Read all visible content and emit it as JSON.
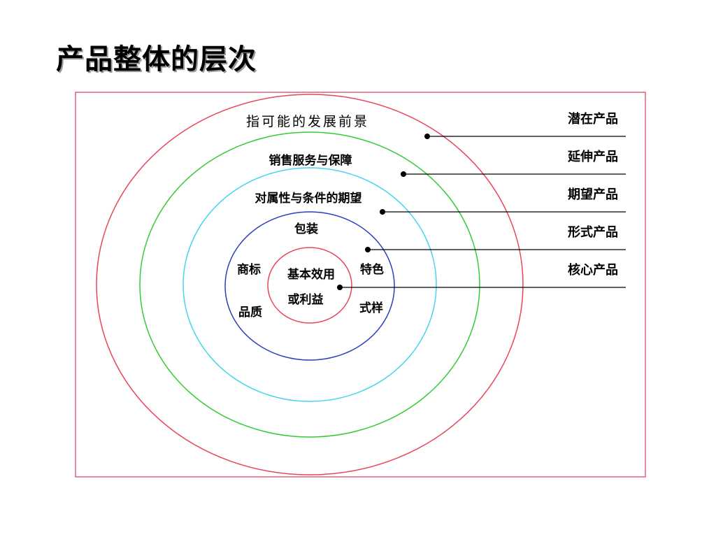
{
  "title": "产品整体的层次",
  "colors": {
    "frame": "#e0607a",
    "potential": "#e8455a",
    "extended": "#33cc33",
    "expected": "#44d4ee",
    "formal": "#2b3fbd",
    "core": "#e8455a",
    "leader": "#000000"
  },
  "rings": {
    "potential": "指可能的发展前景",
    "extended": "销售服务与保障",
    "expected": "对属性与条件的期望"
  },
  "formal_attributes": {
    "packaging": "包装",
    "brand": "商标",
    "features": "特色",
    "quality": "品质",
    "style": "式样"
  },
  "core_text": [
    "基本效用",
    "或利益"
  ],
  "levels": [
    "潜在产品",
    "延伸产品",
    "期望产品",
    "形式产品",
    "核心产品"
  ]
}
